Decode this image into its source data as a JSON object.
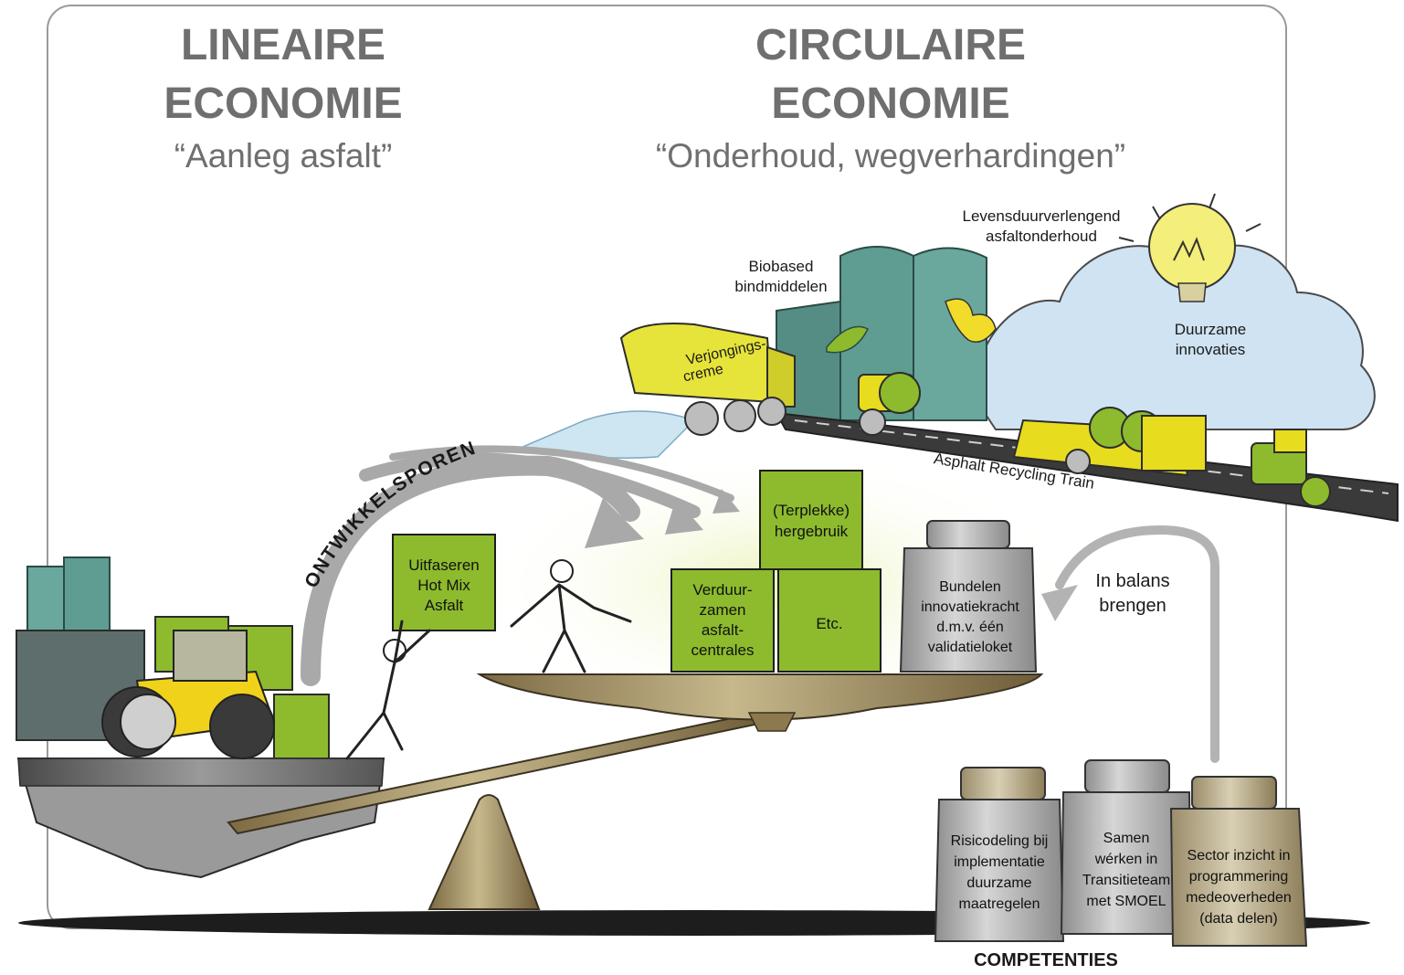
{
  "linear": {
    "title_line1": "LINEAIRE",
    "title_line2": "ECONOMIE",
    "subtitle": "“Aanleg asfalt”"
  },
  "circular": {
    "title_line1": "CIRCULAIRE",
    "title_line2": "ECONOMIE",
    "subtitle": "“Onderhoud, wegverhardingen”"
  },
  "illustration_labels": {
    "life_extending_line1": "Levensduurverlengend",
    "life_extending_line2": "asfaltonderhoud",
    "biobased_line1": "Biobased",
    "biobased_line2": "bindmiddelen",
    "sustainable_line1": "Duurzame",
    "sustainable_line2": "innovaties",
    "truck_line1": "Verjongings-",
    "truck_line2": "creme",
    "recycling_train": "Asphalt Recycling Train",
    "development_paths": "ONTWIKKELSPOREN",
    "balance_line1": "In balans",
    "balance_line2": "brengen",
    "competencies": "COMPETENTIES"
  },
  "boxes": {
    "phase_out": [
      "Uitfaseren",
      "Hot Mix",
      "Asfalt"
    ],
    "reuse": [
      "(Terplekke)",
      "hergebruik"
    ],
    "sustainable_plants": [
      "Verduur-",
      "zamen",
      "asfalt-",
      "centrales"
    ],
    "etc": [
      "Etc."
    ]
  },
  "weights": {
    "innovation": [
      "Bundelen",
      "innovatiekracht",
      "d.m.v. één",
      "validatieloket"
    ],
    "risk": [
      "Risicodeling bij",
      "implementatie",
      "duurzame",
      "maatregelen"
    ],
    "team": [
      "Samen",
      "wérken in",
      "Transitieteam",
      "met SMOEL"
    ],
    "sector": [
      "Sector inzicht in",
      "programmering",
      "medeoverheden",
      "(data delen)"
    ]
  },
  "colors": {
    "title_gray": "#6f6f6f",
    "box_green": "#8dbb2d",
    "vehicle_yellow": "#e8dc1e",
    "silo_teal": "#5f9c92",
    "arrow_gray": "#a9a9a9",
    "scale_brown": "#9e8b5f",
    "weight_gray": "#a8a8a8",
    "cloud_blue": "#cfe3f2"
  }
}
